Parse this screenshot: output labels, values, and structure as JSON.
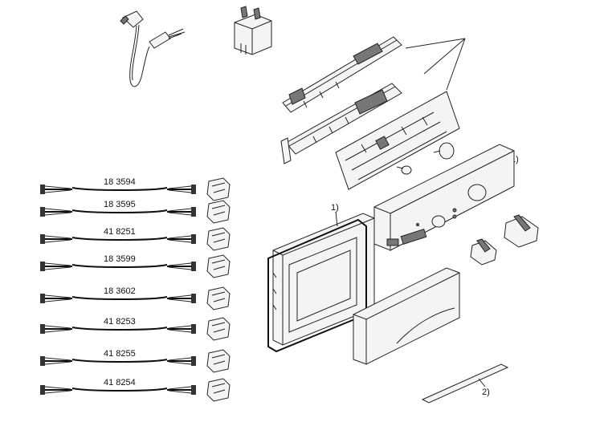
{
  "harnesses": [
    {
      "label": "18 3594"
    },
    {
      "label": "18 3595"
    },
    {
      "label": "41 8251"
    },
    {
      "label": "18 3599"
    },
    {
      "label": "18 3602"
    },
    {
      "label": "41 8253"
    },
    {
      "label": "41 8255"
    },
    {
      "label": "41 8254"
    }
  ],
  "callouts": {
    "panel_note": "1)",
    "seal_note": "1)",
    "strip_note": "2)"
  },
  "icons": {
    "power_cord": "power-cord-icon",
    "filter": "interference-filter-icon",
    "boards": "electronic-board-icon",
    "panel": "control-panel-icon",
    "knob": "control-knob-icon"
  }
}
